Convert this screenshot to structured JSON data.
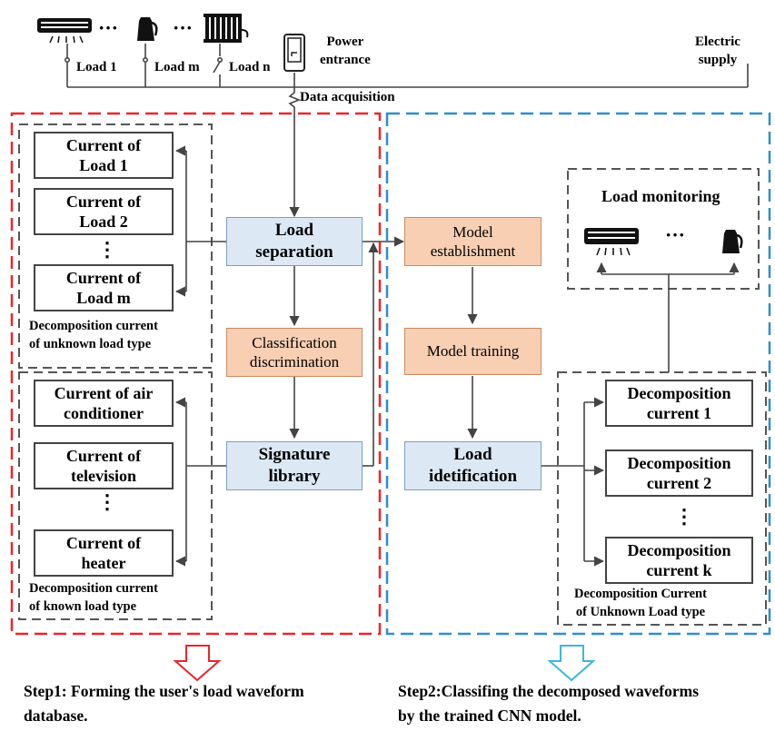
{
  "top": {
    "loads": [
      "Load 1",
      "Load m",
      "Load n"
    ],
    "power_entrance": "Power\nentrance",
    "electric_supply": "Electric\nsupply",
    "data_acquisition": "Data acquisition"
  },
  "left": {
    "unknown_boxes": [
      "Current of\nLoad 1",
      "Current of\nLoad 2",
      "Current of\nLoad m"
    ],
    "unknown_caption": "Decomposition current\nof unknown load type",
    "known_boxes": [
      "Current of air\nconditioner",
      "Current of\ntelevision",
      "Current of\nheater"
    ],
    "known_caption": "Decomposition current\nof known load type",
    "load_separation": "Load\nseparation",
    "classification": "Classification\ndiscrimination",
    "signature_library": "Signature\nlibrary"
  },
  "right": {
    "model_establishment": "Model\nestablishment",
    "model_training": "Model training",
    "load_identification": "Load\nidetification",
    "load_monitoring": "Load monitoring",
    "decomp_boxes": [
      "Decomposition\ncurrent 1",
      "Decomposition\ncurrent 2",
      "Decomposition\ncurrent k"
    ],
    "decomp_caption": "Decomposition Current\nof Unknown Load type"
  },
  "ellipsis": [
    "···",
    "···",
    "⋮",
    "⋮",
    "⋮",
    "···"
  ],
  "steps": {
    "step1": "Step1: Forming the user's load waveform\ndatabase.",
    "step2": "Step2:Classifing the decomposed waveforms\nby the trained CNN model."
  },
  "colors": {
    "red": "#e8262b",
    "blue": "#2e8fc7",
    "gray": "#444444",
    "blue_fill": "#dce8f4",
    "orange_fill": "#f8cfb3",
    "cyan_arrow": "#3ab8e0"
  },
  "icons": [
    "air-conditioner-icon",
    "kettle-icon",
    "heater-icon",
    "power-meter-icon"
  ]
}
